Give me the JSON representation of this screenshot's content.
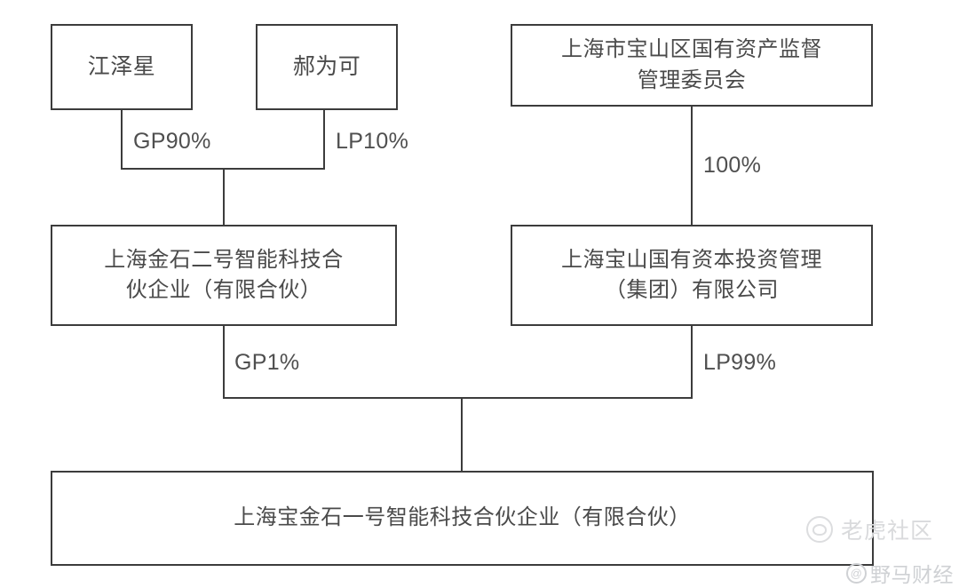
{
  "diagram": {
    "type": "ownership-structure-chart",
    "background_color": "#ffffff",
    "line_color": "#3c3c3c",
    "text_color": "#4a4a4a",
    "nodes": [
      {
        "id": "jiangzexing",
        "label": "江泽星"
      },
      {
        "id": "haoweike",
        "label": "郝为可"
      },
      {
        "id": "sasac",
        "label": "上海市宝山区国有资产监督\n管理委员会"
      },
      {
        "id": "jinshi2",
        "label": "上海金石二号智能科技合\n伙企业（有限合伙）"
      },
      {
        "id": "baoshan_cap",
        "label": "上海宝山国有资本投资管理\n（集团）有限公司"
      },
      {
        "id": "baojinshi1",
        "label": "上海宝金石一号智能科技合伙企业（有限合伙）"
      }
    ],
    "edges": [
      {
        "id": "e1",
        "from": "jiangzexing",
        "to": "jinshi2",
        "label": "GP90%"
      },
      {
        "id": "e2",
        "from": "haoweike",
        "to": "jinshi2",
        "label": "LP10%"
      },
      {
        "id": "e3",
        "from": "sasac",
        "to": "baoshan_cap",
        "label": "100%"
      },
      {
        "id": "e4",
        "from": "jinshi2",
        "to": "baojinshi1",
        "label": "GP1%"
      },
      {
        "id": "e5",
        "from": "baoshan_cap",
        "to": "baojinshi1",
        "label": "LP99%"
      }
    ]
  },
  "watermarks": {
    "tiger": {
      "icon": "tiger-circle-icon",
      "text": "老虎社区",
      "color": "#d9dadc"
    },
    "yema": {
      "icon": "at-circle-icon",
      "glyph": "@",
      "text": "野马财经",
      "color": "#cfd1d4"
    }
  }
}
